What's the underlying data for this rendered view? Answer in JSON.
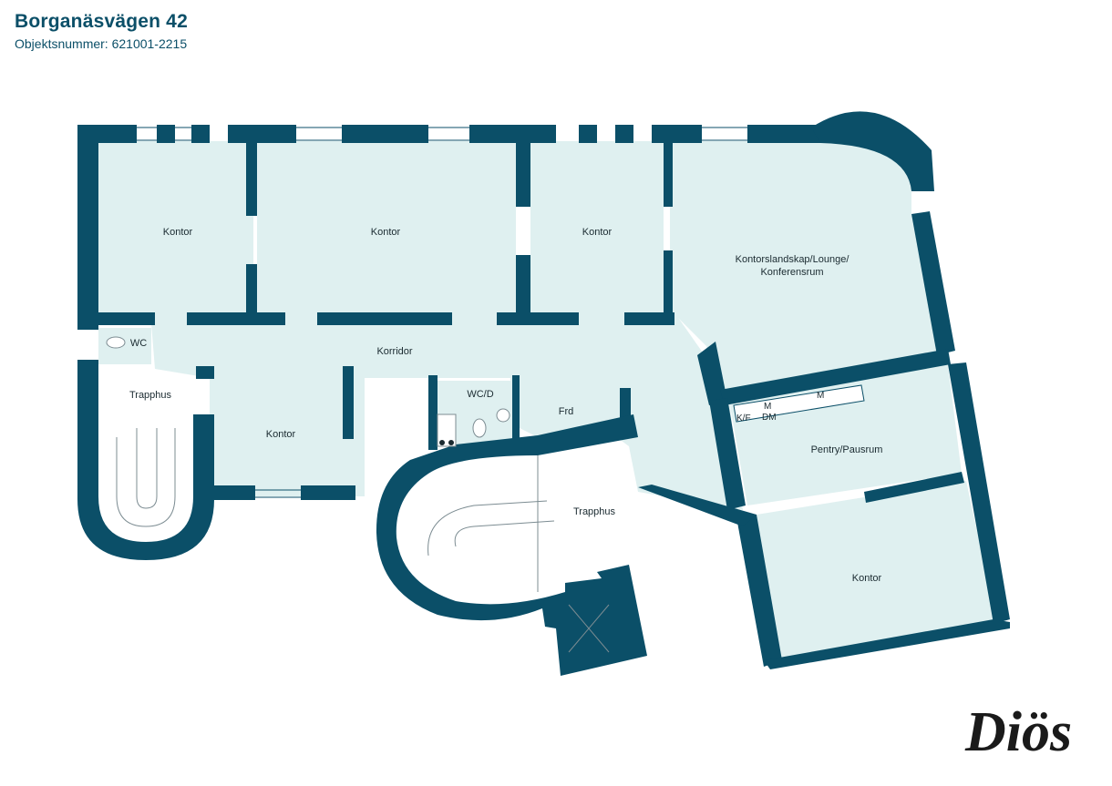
{
  "header": {
    "title": "Borganäsvägen 42",
    "subtitle": "Objektsnummer: 621001-2215"
  },
  "rooms": {
    "kontor_1": "Kontor",
    "kontor_2": "Kontor",
    "kontor_3": "Kontor",
    "lounge_line1": "Kontorslandskap/Lounge/",
    "lounge_line2": "Konferensrum",
    "korridor": "Korridor",
    "wc": "WC",
    "trapphus_left": "Trapphus",
    "kontor_4": "Kontor",
    "wcd": "WC/D",
    "frd": "Frd",
    "trapphus_center": "Trapphus",
    "pentry": "Pentry/Pausrum",
    "kontor_5": "Kontor"
  },
  "fixtures": {
    "kf": "K/F",
    "m1": "M",
    "dm": "DM",
    "m2": "M"
  },
  "logo": {
    "text": "Diös"
  },
  "colors": {
    "wall": "#0b4f68",
    "floor": "#dff0f0",
    "stair": "#ffffff",
    "text": "#1a2a30"
  }
}
